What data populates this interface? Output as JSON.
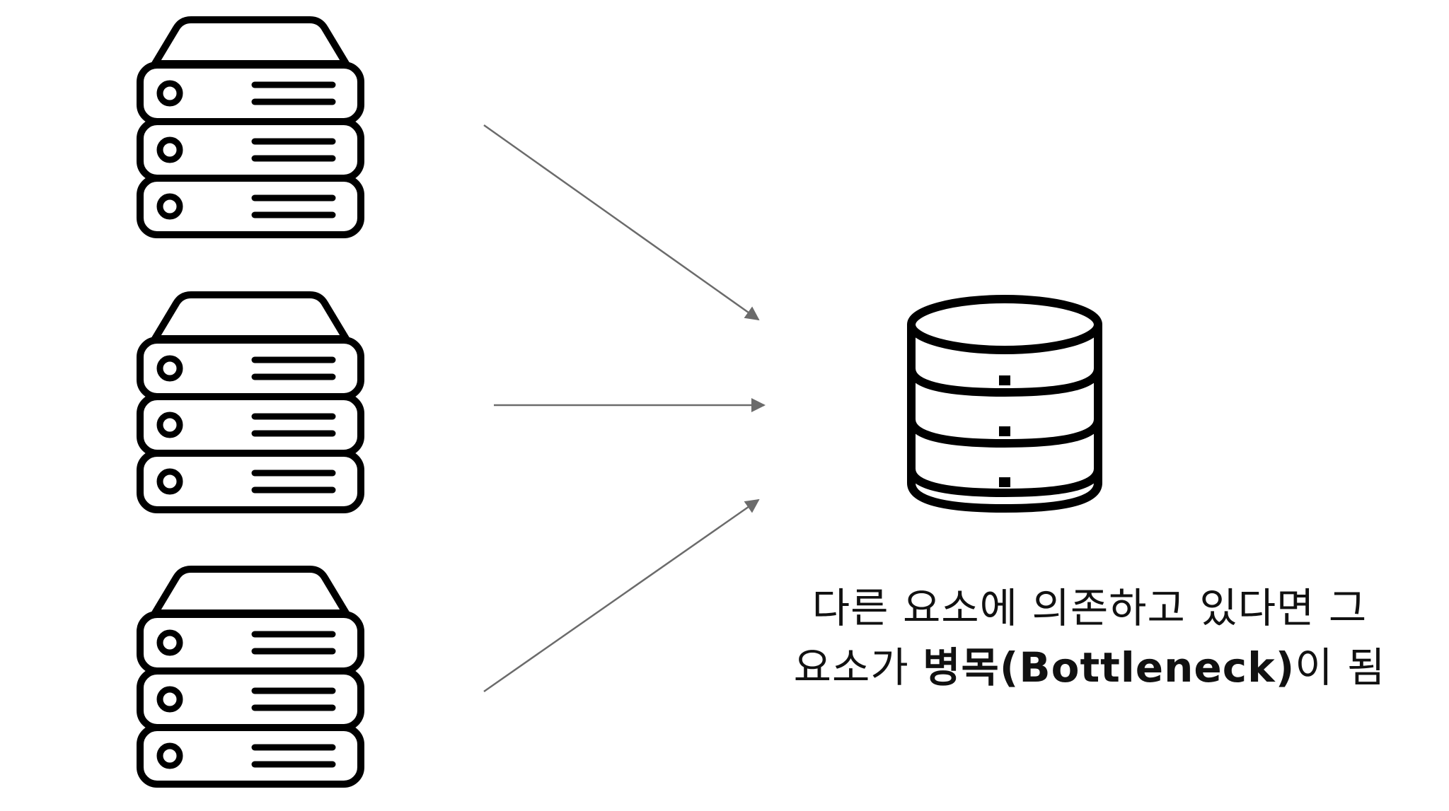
{
  "diagram": {
    "nodes": [
      {
        "id": "server-1",
        "icon": "server-icon"
      },
      {
        "id": "server-2",
        "icon": "server-icon"
      },
      {
        "id": "server-3",
        "icon": "server-icon"
      },
      {
        "id": "database",
        "icon": "database-icon"
      }
    ],
    "edges": [
      {
        "from": "server-1",
        "to": "database"
      },
      {
        "from": "server-2",
        "to": "database"
      },
      {
        "from": "server-3",
        "to": "database"
      }
    ],
    "colors": {
      "icon_stroke": "#000000",
      "arrow": "#6b6b6b",
      "text": "#111111",
      "background": "#ffffff"
    }
  },
  "caption": {
    "line1": "다른 요소에 의존하고 있다면 그",
    "line2_prefix": "요소가 ",
    "line2_bold": "병목(Bottleneck)",
    "line2_suffix": "이 됨"
  }
}
